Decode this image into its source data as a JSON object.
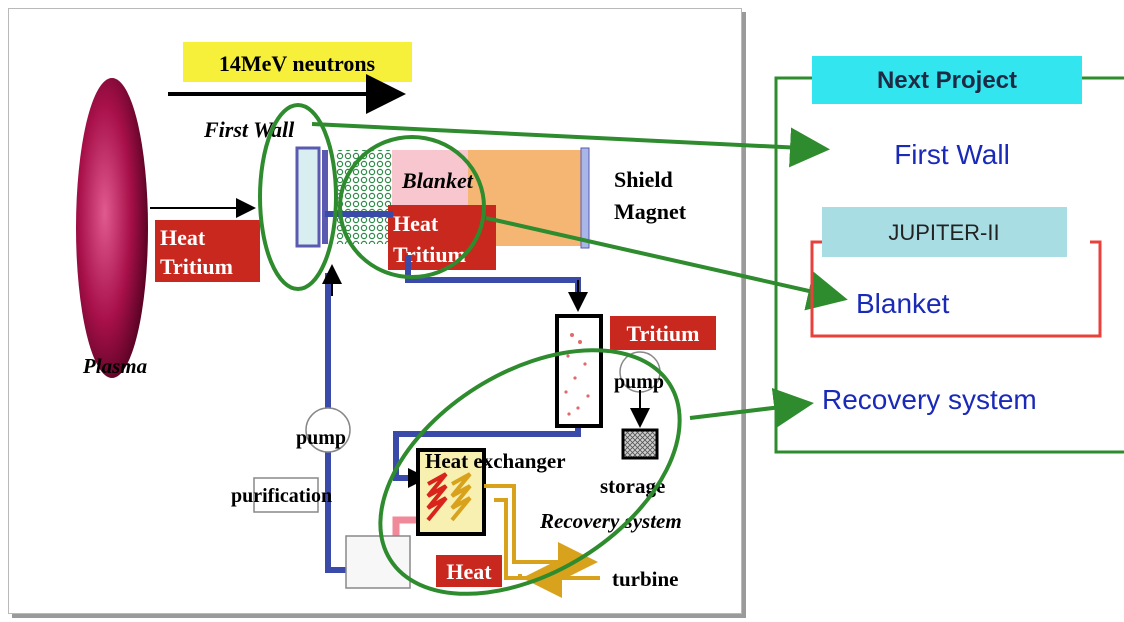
{
  "left": {
    "neutrons_label": "14MeV neutrons",
    "first_wall_label": "First Wall",
    "blanket_label": "Blanket",
    "shield_label": "Shield",
    "magnet_label": "Magnet",
    "heat_tritium_1": [
      "Heat",
      "Tritium"
    ],
    "heat_tritium_2": [
      "Heat",
      "Tritium"
    ],
    "tritium_label": "Tritium",
    "pump_label_1": "pump",
    "pump_label_2": "pump",
    "plasma_label": "Plasma",
    "heat_exchanger_label": "Heat exchanger",
    "storage_label": "storage",
    "recovery_system_label": "Recovery system",
    "purification_label": "purification",
    "heat_label": "Heat",
    "turbine_label": "turbine"
  },
  "right": {
    "next_project_label": "Next Project",
    "first_wall_label": "First Wall",
    "jupiter_label": "JUPITER-II",
    "blanket_label": "Blanket",
    "recovery_system_label": "Recovery system"
  },
  "colors": {
    "green": "#2e8b2e",
    "red_label": "#c8281e",
    "blue_pipe": "#3a4aa8",
    "cyan_box": "#33e5ef",
    "light_cyan_box": "#a9dde4",
    "yellow_box": "#f7f03a",
    "plasma": "#a8104a",
    "blue_text": "#1a2ab8"
  }
}
